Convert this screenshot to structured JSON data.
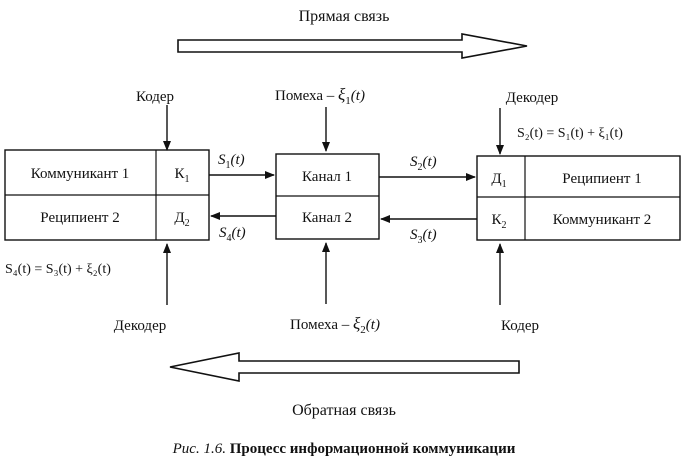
{
  "labels": {
    "forward": "Прямая связь",
    "backward": "Обратная связь",
    "coder_top": "Кодер",
    "noise_top": "Помеха –",
    "noise_top_sym": "ξ",
    "noise_top_sub": "1",
    "noise_top_arg": "(t)",
    "decoder_top": "Декодер",
    "decoder_bottom": "Декодер",
    "noise_bottom": "Помеха –",
    "noise_bottom_sym": "ξ",
    "noise_bottom_sub": "2",
    "noise_bottom_arg": "(t)",
    "coder_bottom": "Кодер"
  },
  "boxes": {
    "left_comm": "Коммуникант 1",
    "left_k": "К",
    "left_k_sub": "1",
    "left_rec": "Реципиент 2",
    "left_d": "Д",
    "left_d_sub": "2",
    "channel1": "Канал 1",
    "channel2": "Канал 2",
    "right_d": "Д",
    "right_d_sub": "1",
    "right_rec": "Реципиент 1",
    "right_k": "К",
    "right_k_sub": "2",
    "right_comm": "Коммуникант 2"
  },
  "signals": {
    "s1": "S",
    "s1_sub": "1",
    "s1_arg": "(t)",
    "s2": "S",
    "s2_sub": "2",
    "s2_arg": "(t)",
    "s3": "S",
    "s3_sub": "3",
    "s3_arg": "(t)",
    "s4": "S",
    "s4_sub": "4",
    "s4_arg": "(t)"
  },
  "formulas": {
    "top_right": "S₂(t) = S₁(t) + ξ₁(t)",
    "bottom_left": "S₄(t) = S₃(t) + ξ₂(t)"
  },
  "caption": {
    "prefix": "Рис. 1.6.",
    "title": "Процесс информационной коммуникации"
  }
}
